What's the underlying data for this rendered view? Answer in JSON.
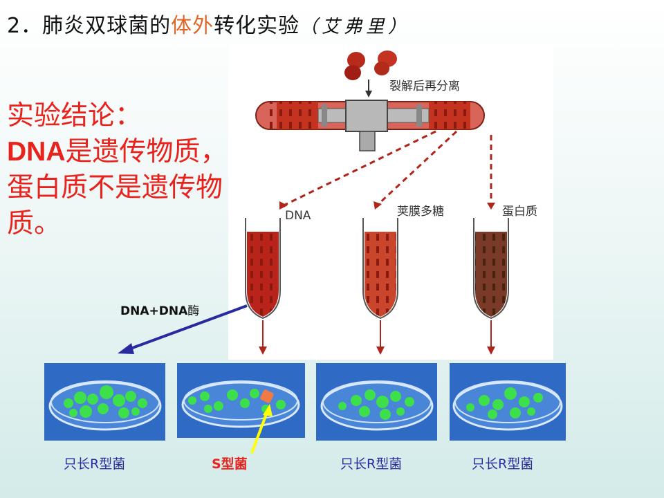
{
  "slide": {
    "title_prefix": "2．肺炎双球菌的",
    "title_highlight": "体外",
    "title_suffix": "转化实验",
    "title_paren": "（艾弗里）",
    "conclusion_label": "实验结论：",
    "conclusion_dna": "DNA",
    "conclusion_rest": "是遗传物质，蛋白质不是遗传物质。"
  },
  "diagram": {
    "step_label": "裂解后再分离",
    "tube_labels": [
      "DNA",
      "荚膜多糖",
      "蛋白质"
    ],
    "enzyme_label_prefix": "DNA+DNA",
    "enzyme_label_char": "酶"
  },
  "results": [
    {
      "label": "只长R型菌",
      "color": "#2a2aa0"
    },
    {
      "label": "S型菌",
      "color": "#e8221c"
    },
    {
      "label": "只长R型菌",
      "color": "#2a2aa0"
    },
    {
      "label": "只长R型菌",
      "color": "#2a2aa0"
    }
  ],
  "colors": {
    "highlight": "#e0662a",
    "conclusion": "#e8221c",
    "dish_bg": "#2f6bc4",
    "colony": "#3de04a",
    "s_colony": "#f07a45",
    "arrow_blue": "#2a2aa0",
    "arrow_yellow": "#ffff00"
  }
}
